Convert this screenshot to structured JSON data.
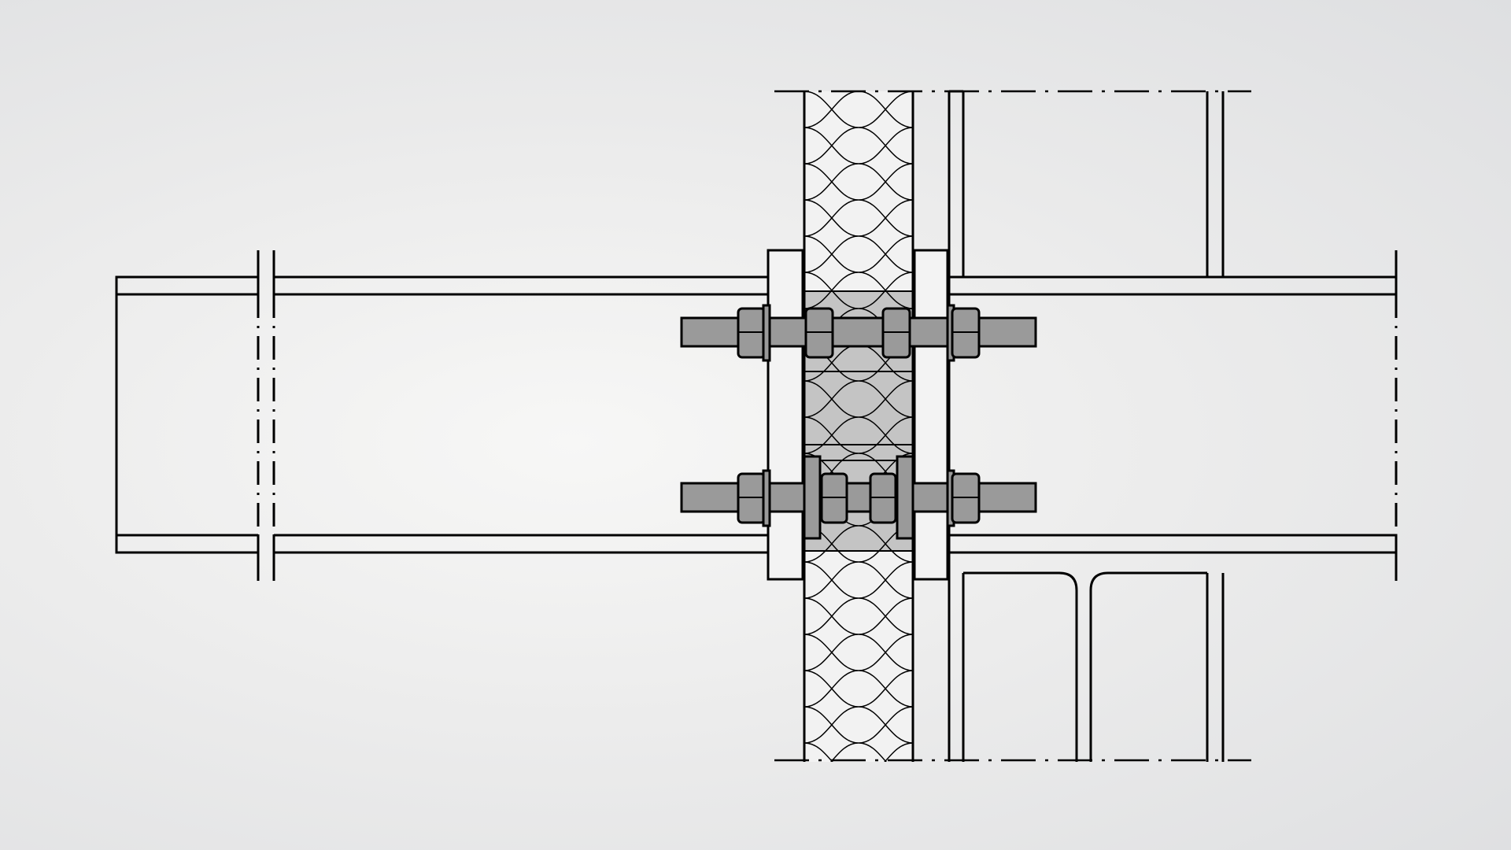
{
  "diagram": {
    "kind": "steel beam to column bolted connection through insulated wall (section view)",
    "colors": {
      "background": "#e9e9ea",
      "line": "#000000",
      "bolt_fill": "#9a9a9a",
      "insulation_shade": "#c4c4c4",
      "steel_fill": "#f3f3f3"
    },
    "components": [
      "left-beam",
      "end-plate-left",
      "insulation-layer",
      "end-plate-right",
      "right-beam-stub",
      "column",
      "bolt-upper",
      "bolt-lower",
      "centerline"
    ]
  }
}
